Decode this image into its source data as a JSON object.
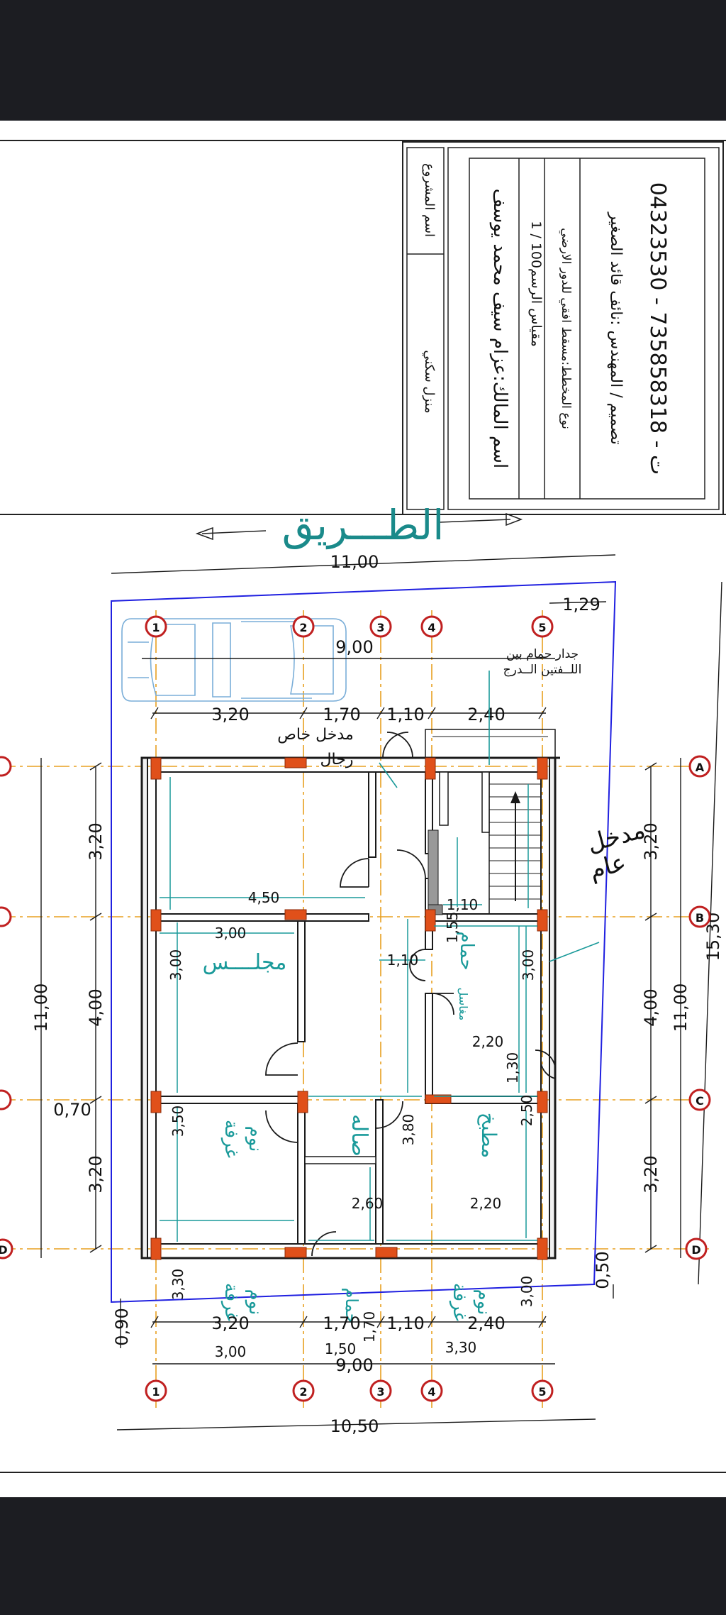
{
  "title_block": {
    "project_label": "اسم المشروع",
    "project_value": "منزل سكني",
    "owner": "اسم المالك:عزام سيف محمد يوسف",
    "scale": "مقياس الرسم100 / 1",
    "drawing_type": "نوع المخطط:مسقط افقي للدور الارضي",
    "designer": "تصميم / المهندس :نائف قائد الصغير",
    "phone": "ت - 735858318 - 04323530"
  },
  "road_label": "الطـــريق",
  "rooms": {
    "majlis": "مجلــــس",
    "bed1_a": "غرفة",
    "bed1_b": "نوم",
    "bed2_a": "غرفة",
    "bed2_b": "نوم",
    "bed3_a": "غرفة",
    "bed3_b": "نوم",
    "hall": "صاله",
    "kitchen": "مطبخ",
    "bath1": "حمام",
    "bath2": "حمام",
    "sinks": "مغاسل"
  },
  "notes": {
    "private_entry_1": "مدخل خاص",
    "private_entry_2": "رجال",
    "public_entry_1": "مدخل",
    "public_entry_2": "عام",
    "stair_wall_1": "جدار حمام بين",
    "stair_wall_2": "اللــفتين الــدرج"
  },
  "dims": {
    "overall_top": "11,00",
    "inner_top": "9,00",
    "bottom_overall": "10,50",
    "bottom_inner": "9,00",
    "left_total": "11,00",
    "right_total": "11,00",
    "right_diag": "15,30",
    "top_corner": "1,29",
    "seg_320": "3,20",
    "seg_170": "1,70",
    "seg_110": "1,10",
    "seg_240": "2,40",
    "seg_400": "4,00",
    "offset_070": "0,70",
    "offset_090": "0,90",
    "offset_050": "0,50",
    "majlis_h": "3,00",
    "majlis_w": "4,50",
    "bed1_w": "3,00",
    "bed1_h": "3,50",
    "bed2_h": "3,30",
    "bed2_w": "3,00",
    "hall_h": "3,80",
    "hall_w": "2,60",
    "kitchen_h": "2,50",
    "kitchen_w": "2,20",
    "bath2_w": "1,50",
    "bath2_h": "1,70",
    "bed3_w": "3,30",
    "bed3_h": "3,00",
    "bath1_w": "1,10",
    "bath1_h": "1,55",
    "stair_h": "3,00",
    "lobby_w": "2,20",
    "lobby_h": "1,30",
    "door_110": "1,10"
  },
  "grid": {
    "col_1": "1",
    "col_2": "2",
    "col_3": "3",
    "col_4": "4",
    "col_5": "5",
    "row_a": "A",
    "row_b": "B",
    "row_c": "C",
    "row_d": "D"
  },
  "colors": {
    "wall": "#1a1a1a",
    "teal": "#1a9a9a",
    "grid_axis": "#e8a020",
    "column": "#e0501a",
    "plot": "#2020e0",
    "car": "#7aaed8",
    "bubble": "#c02020"
  }
}
